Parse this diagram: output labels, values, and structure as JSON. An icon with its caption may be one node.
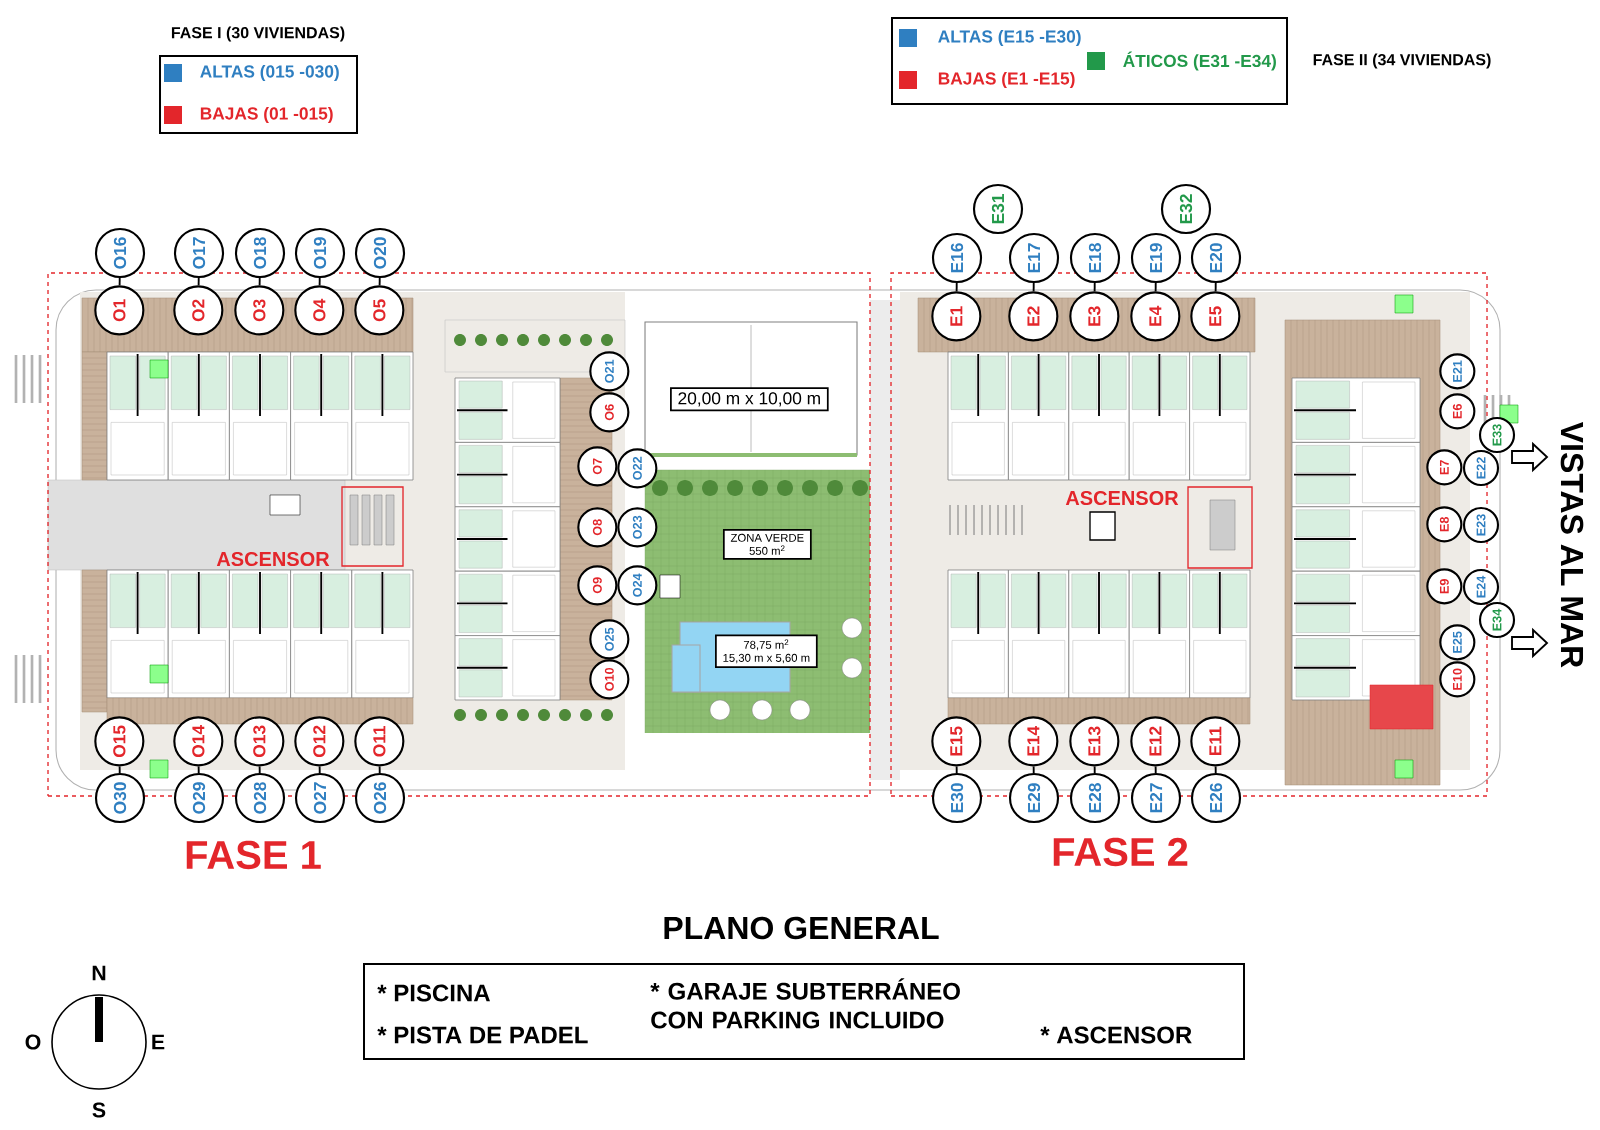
{
  "diagram": {
    "title": "PLANO GENERAL",
    "nodes": [
      {
        "text": [
          "FASE 1"
        ]
      },
      {
        "text": [
          "O16"
        ]
      },
      {
        "text": [
          "O17"
        ]
      },
      {
        "text": [
          "O18"
        ]
      },
      {
        "text": [
          "O19"
        ]
      },
      {
        "text": [
          "O20"
        ]
      },
      {
        "text": [
          "O1"
        ],
        "in": 0
      },
      {
        "text": [
          "O2"
        ],
        "in": 0
      },
      {
        "text": [
          "O3"
        ],
        "in": 0
      },
      {
        "text": [
          "O4"
        ],
        "in": 0
      },
      {
        "text": [
          "O5"
        ],
        "in": 0
      },
      {
        "text": [
          "O21"
        ],
        "in": 0
      },
      {
        "text": [
          "O6"
        ],
        "in": 0
      },
      {
        "text": [
          "O7"
        ],
        "in": 0
      },
      {
        "text": [
          "O22"
        ],
        "in": 0
      },
      {
        "text": [
          "O8"
        ],
        "in": 0
      },
      {
        "text": [
          "O23"
        ],
        "in": 0
      },
      {
        "text": [
          "O9"
        ],
        "in": 0
      },
      {
        "text": [
          "O24"
        ],
        "in": 0
      },
      {
        "text": [
          "O25"
        ],
        "in": 0
      },
      {
        "text": [
          "O10"
        ],
        "in": 0
      },
      {
        "text": [
          "20,00 m x 10,00 m"
        ],
        "in": 0
      },
      {
        "text": [
          "ZONA VERDE",
          "550 m$^{2}$"
        ],
        "in": 0
      },
      {
        "text": [
          "78,75 m$^{2}$",
          "15,30 m x 5,60 m"
        ],
        "in": 0
      },
      {
        "text": [
          "O15"
        ],
        "in": 0
      },
      {
        "text": [
          "O14"
        ],
        "in": 0
      },
      {
        "text": [
          "O13"
        ],
        "in": 0
      },
      {
        "text": [
          "O12"
        ],
        "in": 0
      },
      {
        "text": [
          "O11"
        ],
        "in": 0
      },
      {
        "text": [
          "O30"
        ]
      },
      {
        "text": [
          "O29"
        ]
      },
      {
        "text": [
          "O28"
        ]
      },
      {
        "text": [
          "O27"
        ]
      },
      {
        "text": [
          "O26"
        ]
      },
      {
        "text": [
          "FASE 2"
        ]
      },
      {
        "text": [
          "E31"
        ]
      },
      {
        "text": [
          "E32"
        ]
      },
      {
        "text": [
          "E16"
        ]
      },
      {
        "text": [
          "E17"
        ]
      },
      {
        "text": [
          "E18"
        ]
      },
      {
        "text": [
          "E19"
        ]
      },
      {
        "text": [
          "E20"
        ]
      },
      {
        "text": [
          "E1"
        ],
        "in": 34
      },
      {
        "text": [
          "E2"
        ],
        "in": 34
      },
      {
        "text": [
          "E3"
        ],
        "in": 34
      },
      {
        "text": [
          "E4"
        ],
        "in": 34
      },
      {
        "text": [
          "E5"
        ],
        "in": 34
      },
      {
        "text": [
          "E21"
        ],
        "in": 34
      },
      {
        "text": [
          "E6"
        ],
        "in": 34
      },
      {
        "text": [
          "E33"
        ]
      },
      {
        "text": [
          "E7"
        ],
        "in": 34
      },
      {
        "text": [
          "E22"
        ]
      },
      {
        "text": [
          "E8"
        ],
        "in": 34
      },
      {
        "text": [
          "E23"
        ]
      },
      {
        "text": [
          "E9"
        ],
        "in": 34
      },
      {
        "text": [
          "E24"
        ]
      },
      {
        "text": [
          "E34"
        ]
      },
      {
        "text": [
          "E25"
        ],
        "in": 34
      },
      {
        "text": [
          "E10"
        ],
        "in": 34
      },
      {
        "text": [
          "E15"
        ],
        "in": 34
      },
      {
        "text": [
          "E14"
        ],
        "in": 34
      },
      {
        "text": [
          "E13"
        ],
        "in": 34
      },
      {
        "text": [
          "E12"
        ],
        "in": 34
      },
      {
        "text": [
          "E11"
        ],
        "in": 34
      },
      {
        "text": [
          "E30"
        ]
      },
      {
        "text": [
          "E29"
        ]
      },
      {
        "text": [
          "E28"
        ]
      },
      {
        "text": [
          "E27"
        ]
      },
      {
        "text": [
          "E26"
        ]
      },
      {
        "text": [
          "* PISCINA",
          "* PISTA DE PADEL",
          "* GARAJE SUBTERRÁNEO CON PARKING INCLUIDO",
          "* ASCENSOR"
        ]
      }
    ],
    "edges": [
      {
        "from": 1,
        "to": 6,
        "arrow": "none"
      },
      {
        "from": 2,
        "to": 7,
        "arrow": "none"
      },
      {
        "from": 3,
        "to": 8,
        "arrow": "none"
      },
      {
        "from": 4,
        "to": 9,
        "arrow": "none"
      },
      {
        "from": 5,
        "to": 10,
        "arrow": "none"
      },
      {
        "from": 24,
        "to": 29,
        "arrow": "none"
      },
      {
        "from": 25,
        "to": 30,
        "arrow": "none"
      },
      {
        "from": 26,
        "to": 31,
        "arrow": "none"
      },
      {
        "from": 27,
        "to": 32,
        "arrow": "none"
      },
      {
        "from": 28,
        "to": 33,
        "arrow": "none"
      },
      {
        "from": 37,
        "to": 42,
        "arrow": "none"
      },
      {
        "from": 38,
        "to": 43,
        "arrow": "none"
      },
      {
        "from": 39,
        "to": 44,
        "arrow": "none"
      },
      {
        "from": 40,
        "to": 45,
        "arrow": "none"
      },
      {
        "from": 41,
        "to": 46,
        "arrow": "none"
      },
      {
        "from": 59,
        "to": 64,
        "arrow": "none"
      },
      {
        "from": 60,
        "to": 65,
        "arrow": "none"
      },
      {
        "from": 61,
        "to": 66,
        "arrow": "none"
      },
      {
        "from": 62,
        "to": 67,
        "arrow": "none"
      },
      {
        "from": 63,
        "to": 68,
        "arrow": "none"
      }
    ],
    "labels": [
      "FASE I (30 VIVIENDAS)",
      "FASE II (34 VIVIENDAS)",
      "ASCENSOR",
      "ASCENSOR",
      "VISTAS AL MAR",
      "N",
      "O",
      "E",
      "S"
    ],
    "legend": [
      {
        "text": "ALTAS (015 -030)",
        "color": "#2f7fc1"
      },
      {
        "text": "BAJAS (01 -015)",
        "color": "#e3262b"
      },
      {
        "text": "ALTAS (E15 -E30)",
        "color": "#2f7fc1"
      },
      {
        "text": "ÁTICOS (E31 -E34)",
        "color": "#22994a"
      },
      {
        "text": "BAJAS (E1 -E15)",
        "color": "#e3262b"
      }
    ]
  }
}
